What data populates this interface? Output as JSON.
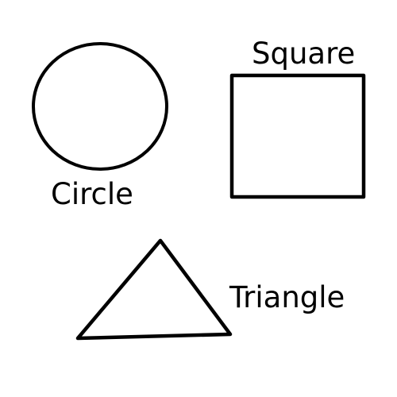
{
  "labels": {
    "square": "Square",
    "circle": "Circle",
    "triangle": "Triangle"
  },
  "shapes": [
    {
      "kind": "circle",
      "icon": "circle-icon"
    },
    {
      "kind": "square",
      "icon": "square-icon"
    },
    {
      "kind": "triangle",
      "icon": "triangle-icon"
    }
  ],
  "colors": {
    "stroke": "#000000",
    "background": "#ffffff"
  }
}
